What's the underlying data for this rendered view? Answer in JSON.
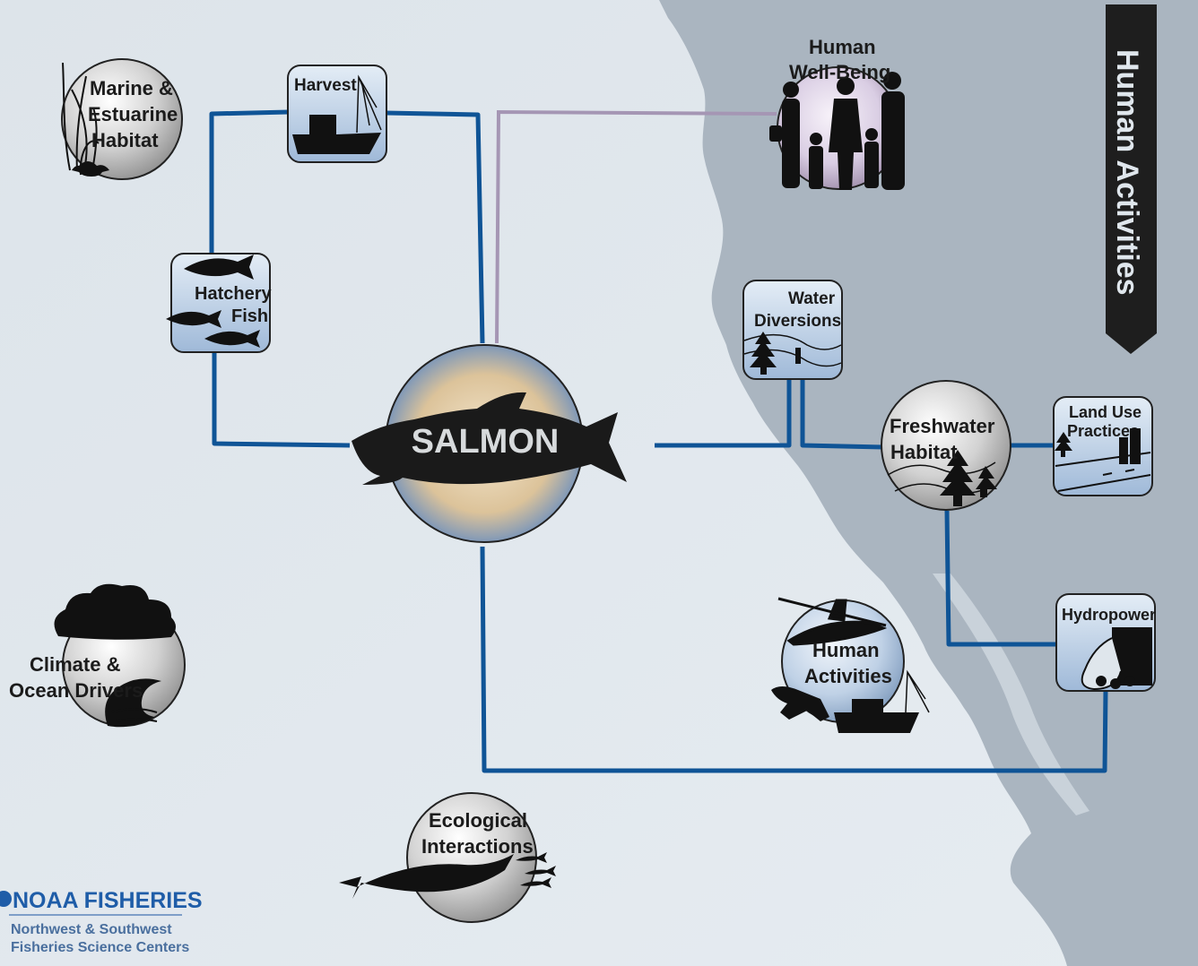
{
  "side_banner": "Human Activities",
  "center": "SALMON",
  "nodes": {
    "harvest": "Harvest",
    "marine_l1": "Marine &",
    "marine_l2": "Estuarine",
    "marine_l3": "Habitat",
    "hatchery_l1": "Hatchery",
    "hatchery_l2": "Fish",
    "wellbeing_l1": "Human",
    "wellbeing_l2": "Well-Being",
    "water_l1": "Water",
    "water_l2": "Diversions",
    "freshwater_l1": "Freshwater",
    "freshwater_l2": "Habitat",
    "landuse_l1": "Land Use",
    "landuse_l2": "Practices",
    "hydropower": "Hydropower",
    "humanact_l1": "Human",
    "humanact_l2": "Activities",
    "climate_l1": "Climate &",
    "climate_l2": "Ocean Drivers",
    "eco_l1": "Ecological",
    "eco_l2": "Interactions"
  },
  "logo": {
    "name": "NOAA FISHERIES",
    "line1": "Northwest & Southwest",
    "line2": "Fisheries Science Centers"
  },
  "colors": {
    "link": "#0f5496",
    "wellbeing_link": "#a596b4",
    "land": "#aab5c0",
    "water": "#dfe6ec",
    "node_fill": "#b9cde3",
    "banner": "#1e1e1e"
  }
}
